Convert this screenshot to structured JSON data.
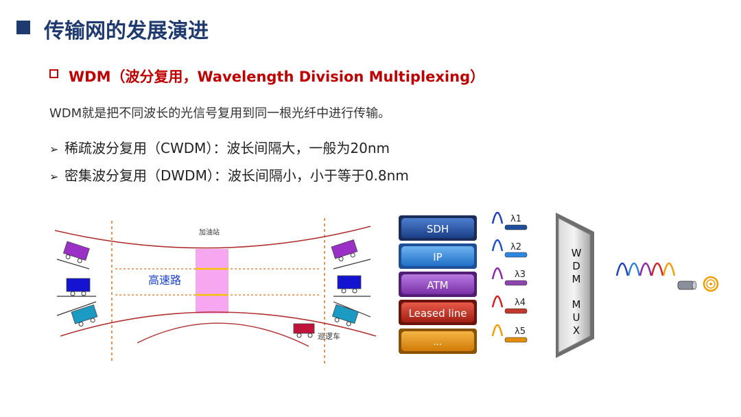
{
  "title": "传输网的发展演进",
  "subtitle": "WDM（波分复用，Wavelength Division Multiplexing）",
  "description": "WDM就是把不同波长的光信号复用到同一根光纤中进行传输。",
  "bullets": [
    {
      "arrow": "➢",
      "text": "稀疏波分复用（CWDM）：波长间隔大，一般为20nm"
    },
    {
      "arrow": "➢",
      "text": "密集波分复用（DWDM）：波长间隔小，小于等于0.8nm"
    }
  ],
  "highway": {
    "gas_station": "加油站",
    "highway_label": "高速路",
    "patrol_car": "巡逻车"
  },
  "protocols": [
    "SDH",
    "IP",
    "ATM",
    "Leased line",
    "..."
  ],
  "wavelengths": [
    "λ1",
    "λ2",
    "λ3",
    "λ4",
    "λ5"
  ],
  "mux": {
    "letters": [
      "W",
      "D",
      "M",
      "M",
      "U",
      "X"
    ]
  },
  "colors": {
    "title": "#1f3a6e",
    "subtitle": "#c00000",
    "sdh": "#1f4e9a",
    "ip": "#2e86de",
    "atm": "#8e44ad",
    "leased": "#c0392b",
    "other": "#e08e0b",
    "road": "#b03030",
    "toll": "#f7a6f0"
  }
}
